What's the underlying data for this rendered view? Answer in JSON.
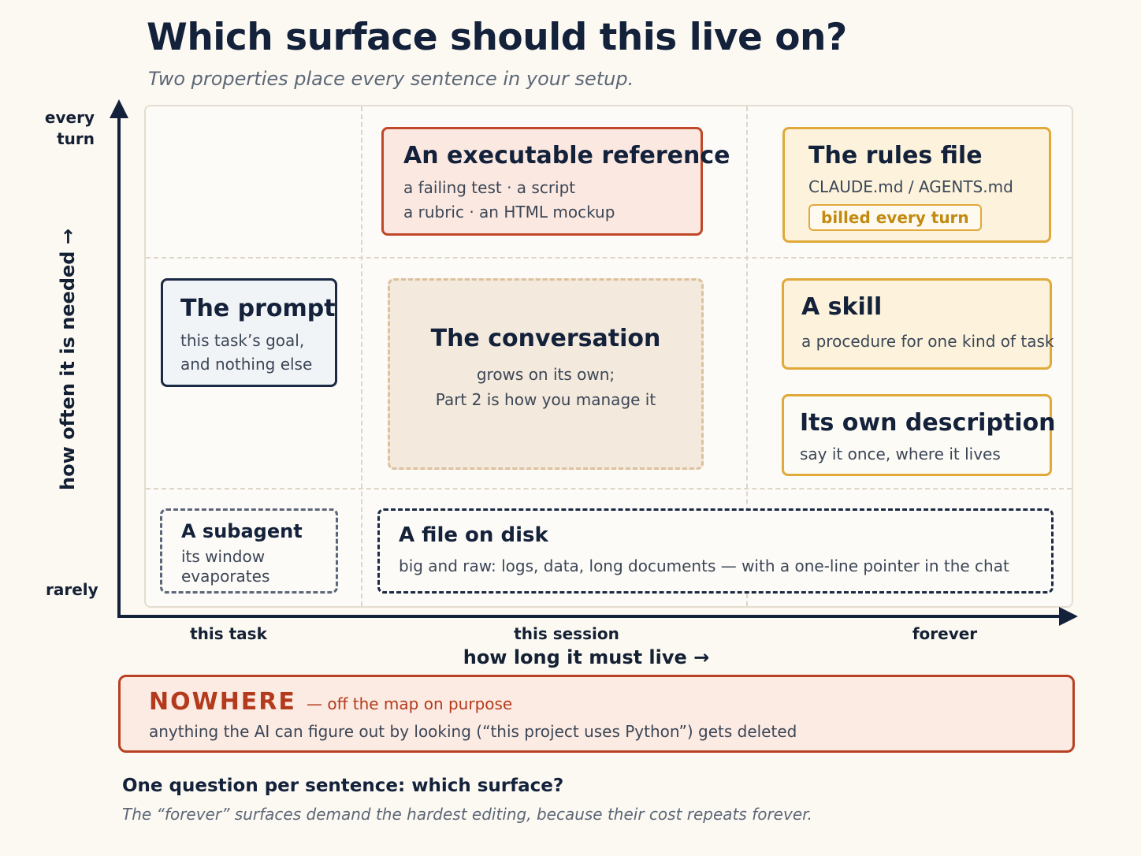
{
  "title": "Which surface should this live on?",
  "subtitle": "Two properties place every sentence in your setup.",
  "y_axis": {
    "title": "how often it is needed →",
    "top_label_line1": "every",
    "top_label_line2": "turn",
    "bottom_label": "rarely"
  },
  "x_axis": {
    "title": "how long it must live →",
    "labels": [
      "this task",
      "this session",
      "forever"
    ]
  },
  "cards": {
    "executable": {
      "heading": "An executable reference",
      "line1": "a failing test · a script",
      "line2": "a rubric · an HTML mockup"
    },
    "rules": {
      "heading": "The rules file",
      "body": "CLAUDE.md / AGENTS.md",
      "badge": "billed every turn"
    },
    "prompt": {
      "heading": "The prompt",
      "line1": "this task’s goal,",
      "line2": "and nothing else"
    },
    "conversation": {
      "heading": "The conversation",
      "line1": "grows on its own;",
      "line2": "Part 2 is how you manage it"
    },
    "skill": {
      "heading": "A skill",
      "body": "a procedure for one kind of task"
    },
    "description": {
      "heading": "Its own description",
      "body": "say it once, where it lives"
    },
    "subagent": {
      "heading": "A subagent",
      "line1": "its window",
      "line2": "evaporates"
    },
    "file": {
      "heading": "A file on disk",
      "body": "big and raw: logs, data, long documents — with a one-line pointer in the chat"
    }
  },
  "nowhere": {
    "title": "NOWHERE",
    "subtitle": "— off the map on purpose",
    "body": "anything the AI can figure out by looking (“this project uses Python”) gets deleted"
  },
  "footer": {
    "question": "One question per sentence: which surface?",
    "note": "The “forever” surfaces demand the hardest editing, because their cost repeats forever."
  },
  "colors": {
    "navy": "#13213a",
    "rust": "#c0472a",
    "amber": "#e0a93a",
    "beige": "#f3e9dc"
  }
}
